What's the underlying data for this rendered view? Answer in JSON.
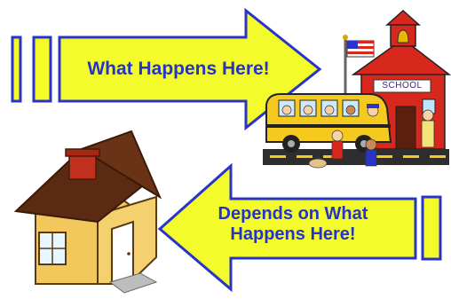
{
  "arrows": {
    "top_label": "What Happens Here!",
    "bottom_label": "Depends on What\nHappens Here!"
  },
  "school": {
    "sign": "SCHOOL"
  },
  "colors": {
    "arrow_fill": "#f3fb2a",
    "arrow_outline": "#2a35c8",
    "text": "#2433c9",
    "school_red": "#d8271c",
    "bus_yellow": "#f5c91e",
    "house_wall": "#f2c75c",
    "house_roof": "#5a2a12"
  },
  "icons": [
    "flag-icon",
    "bell-icon",
    "school-icon",
    "bus-icon",
    "house-icon",
    "chimney-icon"
  ]
}
